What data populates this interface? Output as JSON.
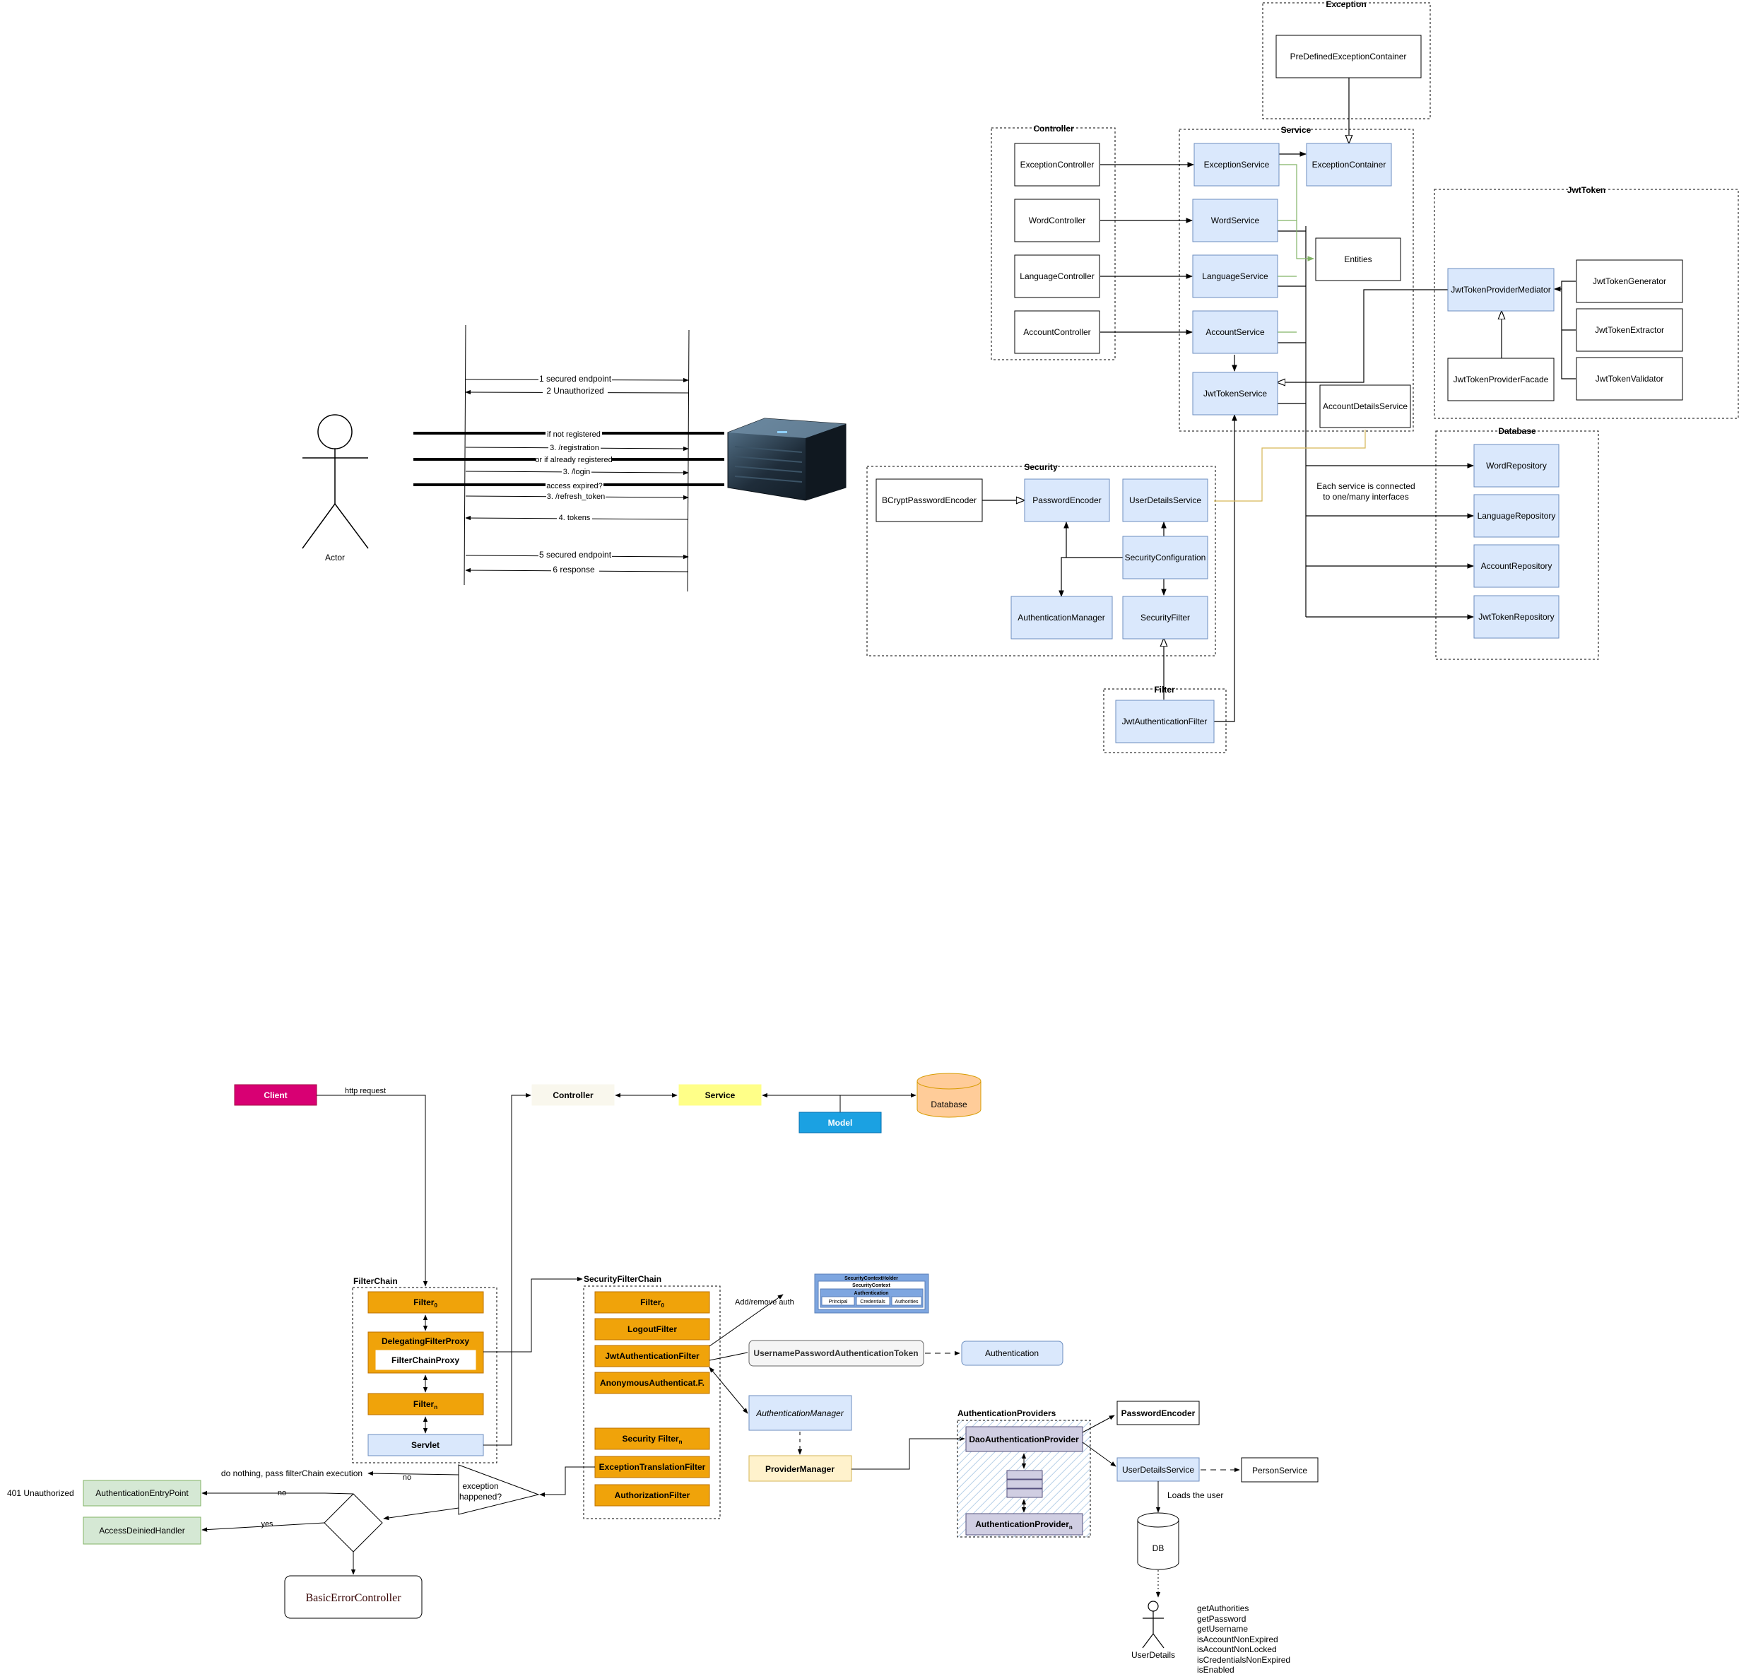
{
  "architecture": {
    "groups": {
      "exception": "Exception",
      "controller": "Controller",
      "service": "Service",
      "jwt_token": "JwtToken",
      "database": "Database",
      "security": "Security",
      "filter": "Filter"
    },
    "nodes": {
      "predefined_exception_container": "PreDefinedExceptionContainer",
      "exception_controller": "ExceptionController",
      "word_controller": "WordController",
      "language_controller": "LanguageController",
      "account_controller": "AccountController",
      "exception_service": "ExceptionService",
      "exception_container": "ExceptionContainer",
      "word_service": "WordService",
      "entities": "Entities",
      "language_service": "LanguageService",
      "account_service": "AccountService",
      "jwt_token_service": "JwtTokenService",
      "account_details_service": "AccountDetailsService",
      "jwt_token_provider_mediator": "JwtTokenProviderMediator",
      "jwt_token_generator": "JwtTokenGenerator",
      "jwt_token_extractor": "JwtTokenExtractor",
      "jwt_token_provider_facade": "JwtTokenProviderFacade",
      "jwt_token_validator": "JwtTokenValidator",
      "word_repository": "WordRepository",
      "language_repository": "LanguageRepository",
      "account_repository": "AccountRepository",
      "jwt_token_repository": "JwtTokenRepository",
      "bcrypt_password_encoder": "BCryptPasswordEncoder",
      "password_encoder": "PasswordEncoder",
      "user_details_service": "UserDetailsService",
      "security_configuration": "SecurityConfiguration",
      "authentication_manager": "AuthenticationManager",
      "security_filter": "SecurityFilter",
      "jwt_authentication_filter": "JwtAuthenticationFilter"
    },
    "note_line1": "Each service is connected",
    "note_line2": "to one/many interfaces"
  },
  "sequence": {
    "actor": "Actor",
    "messages": [
      "1 secured endpoint",
      "2 Unauthorized",
      "if not registered",
      "3. /registration",
      "or if already registered",
      "3. /login",
      "access expired?",
      "3. /refresh_token",
      "4. tokens",
      "5 secured endpoint",
      "6 response"
    ]
  },
  "flow": {
    "client": "Client",
    "http_request": "http request",
    "controller": "Controller",
    "service": "Service",
    "database": "Database",
    "model": "Model",
    "filter_chain_title": "FilterChain",
    "filter0": "Filter",
    "filter0_sub": "0",
    "delegating_filter_proxy": "DelegatingFilterProxy",
    "filter_chain_proxy": "FilterChainProxy",
    "filter_n": "Filter",
    "filter_n_sub": "n",
    "servlet": "Servlet",
    "security_filter_chain_title": "SecurityFilterChain",
    "sfc_filter0": "Filter",
    "sfc_filter0_sub": "0",
    "logout_filter": "LogoutFilter",
    "jwt_auth_filter": "JwtAuthenticationFilter",
    "anonymous_filter": "AnonymousAuthenticat.F.",
    "security_filter_n": "Security Filter",
    "security_filter_n_sub": "n",
    "exception_translation_filter": "ExceptionTranslationFilter",
    "authorization_filter": "AuthorizationFilter",
    "add_remove_auth": "Add/remove auth",
    "security_context_holder": "SecurityContextHolder",
    "security_context": "SecurityContext",
    "authentication_small": "Authentication",
    "principal": "Principal",
    "credentials": "Credentials",
    "authorities": "Authorities",
    "upat": "UsernamePasswordAuthenticationToken",
    "authentication": "Authentication",
    "authentication_manager": "AuthenticationManager",
    "provider_manager": "ProviderManager",
    "authentication_providers_title": "AuthenticationProviders",
    "dao_auth_provider": "DaoAuthenticationProvider",
    "auth_provider_n": "AuthenticationProvider",
    "auth_provider_n_sub": "n",
    "password_encoder": "PasswordEncoder",
    "user_details_service": "UserDetailsService",
    "person_service": "PersonService",
    "loads_the_user": "Loads the user",
    "db": "DB",
    "user_details": "UserDetails",
    "user_details_methods": [
      "getAuthorities",
      "getPassword",
      "getUsername",
      "isAccountNonExpired",
      "isAccountNonLocked",
      "isCredentialsNonExpired",
      "isEnabled"
    ],
    "do_nothing": "do nothing, pass filterChain execution",
    "no_top": "no",
    "exception_happened_1": "exception",
    "exception_happened_2": "happened?",
    "no": "no",
    "yes": "yes",
    "unauthorized_401": "401 Unauthorized",
    "authentication_entry_point": "AuthenticationEntryPoint",
    "access_denied_handler": "AccessDeiniedHandler",
    "basic_error_controller": "BasicErrorController"
  },
  "colors": {
    "blue_fill": "#dae8fc",
    "blue_stroke": "#6c8ebf",
    "orange_fill": "#f0a30a",
    "orange_stroke": "#bd7000",
    "green_fill": "#d5e8d4",
    "green_stroke": "#82b366",
    "client": "#d80073",
    "model": "#1ba1e2",
    "service_yellow": "#ffff88",
    "controller_beige": "#f9f7ed",
    "database_fill": "#ffcc99",
    "provider_manager": "#fff2cc",
    "purple_fill": "#d0cee2",
    "purple_stroke": "#56517e",
    "green_arrow": "#82b366",
    "orange_line": "#d6b656"
  }
}
